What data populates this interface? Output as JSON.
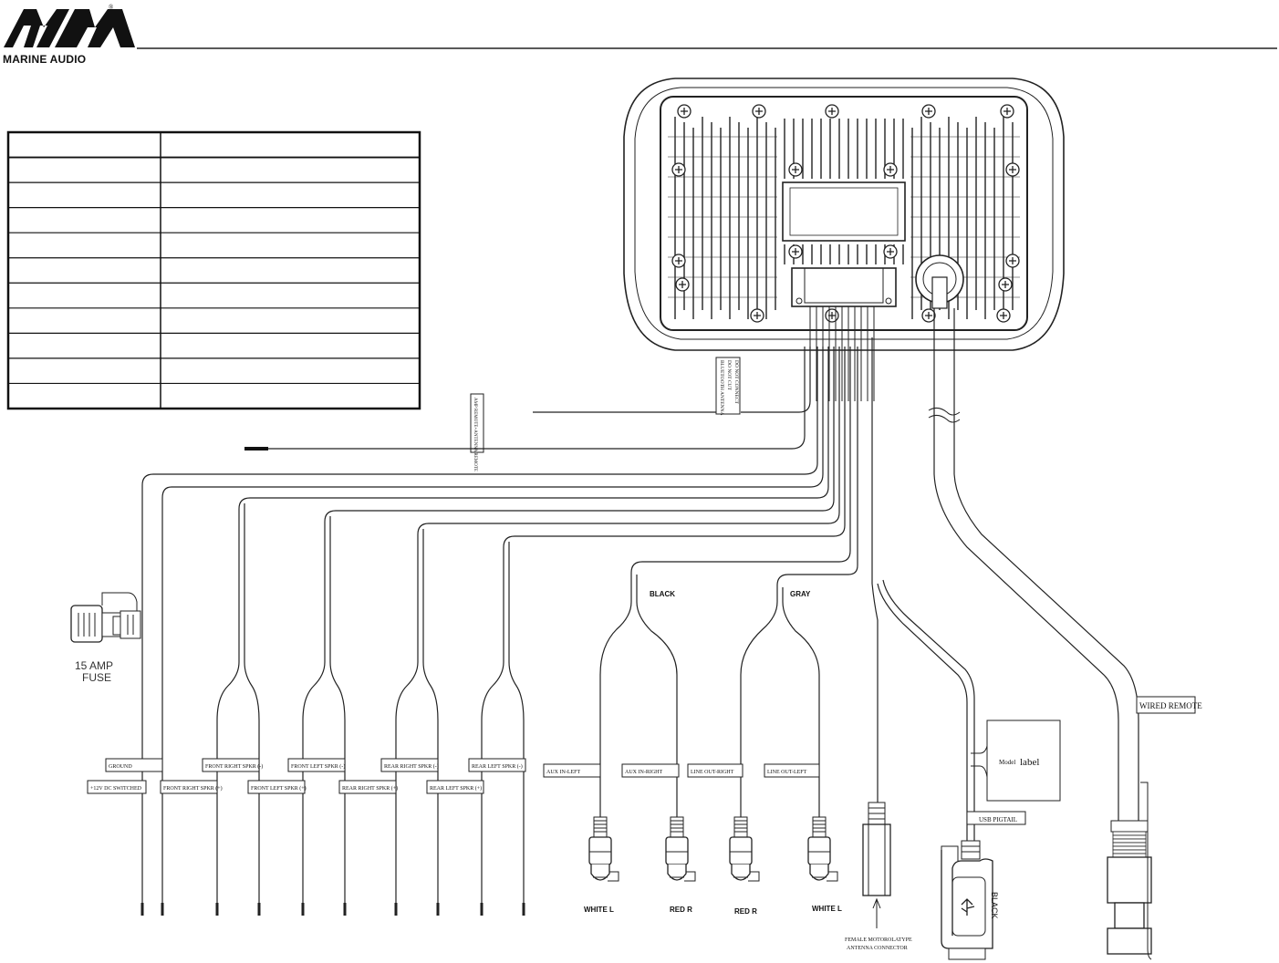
{
  "brand": {
    "logo_text": "MARINE AUDIO",
    "registered_mark": "®"
  },
  "legend_table": {
    "rows": 11
  },
  "harness": {
    "labels": {
      "ground": "GROUND",
      "power": "+12V DC SWITCHED",
      "front_right_neg": "FRONT RIGHT SPKR (-)",
      "front_right_pos": "FRONT RIGHT SPKR (+)",
      "front_left_neg": "FRONT LEFT SPKR (-)",
      "front_left_pos": "FRONT LEFT SPKR (+)",
      "rear_right_neg": "REAR RIGHT SPKR (-)",
      "rear_right_pos": "REAR RIGHT SPKR (+)",
      "rear_left_neg": "REAR LEFT SPKR (-)",
      "rear_left_pos": "REAR LEFT SPKR (+)",
      "aux_left": "AUX IN-LEFT",
      "aux_right": "AUX IN-RIGHT",
      "line_right": "LINE OUT-RIGHT",
      "line_left": "LINE OUT-LEFT",
      "usb": "USB PIGTAIL",
      "wired_remote": "WIRED REMOTE",
      "model_label_prefix": "Model",
      "model_label_word": "label",
      "bt_antenna_1": "BLUETOOTH ANTENNA",
      "bt_antenna_2": "DO NOT CUT",
      "bt_antenna_3": "DO NOT CONNECT",
      "amp_remote": "AMP REMOTE+ANTENNA REMOTE",
      "fuse_1": "15 AMP",
      "fuse_2": "FUSE",
      "black": "BLACK",
      "gray": "GRAY",
      "white_l_1": "WHITE  L",
      "red_r_1": "RED  R",
      "red_r_2": "RED  R",
      "white_l_2": "WHITE  L",
      "usb_color": "BLACK",
      "antenna_1": "FEMALE MOTOROLATYPE",
      "antenna_2": "ANTENNA CONNECTOR"
    }
  }
}
